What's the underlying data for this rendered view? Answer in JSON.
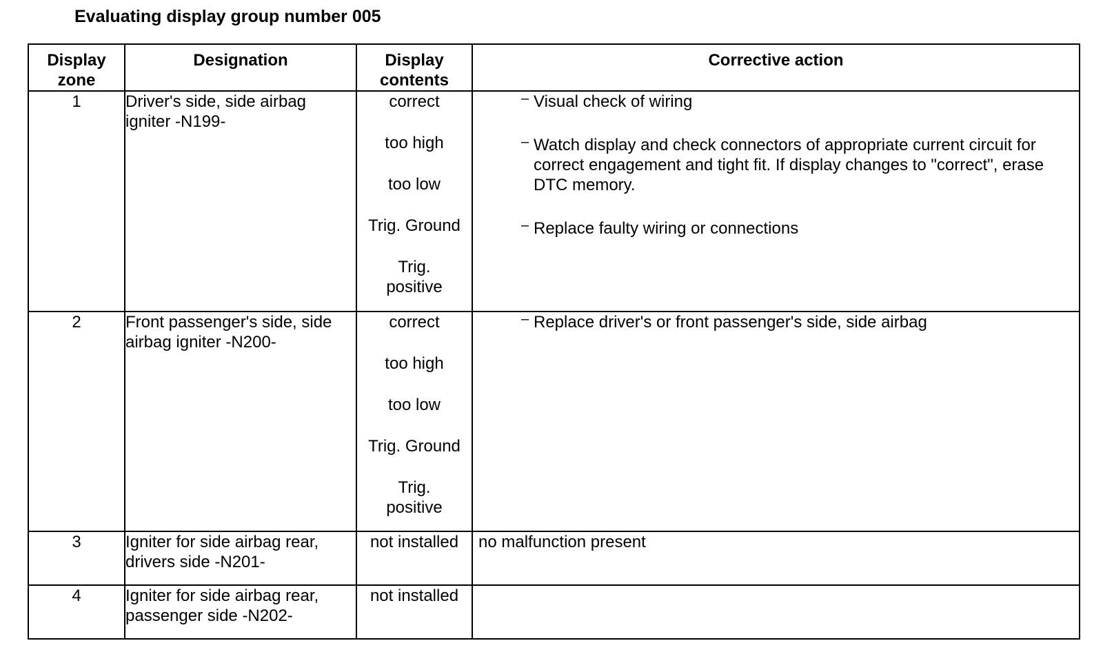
{
  "title": "Evaluating display group number 005",
  "table": {
    "headers": {
      "zone_line1": "Display",
      "zone_line2": "zone",
      "designation": "Designation",
      "contents_line1": "Display",
      "contents_line2": "contents",
      "action": "Corrective action"
    },
    "rows": [
      {
        "zone": "1",
        "designation": "Driver's side, side airbag igniter -N199-",
        "contents": [
          "correct",
          "too high",
          "too low",
          "Trig. Ground",
          "Trig. positive"
        ],
        "actions": [
          "Visual check of wiring",
          "Watch display and check connectors of appropriate current circuit for correct engagement and tight fit. If display changes to \"correct\", erase DTC memory.",
          "Replace faulty wiring or connections"
        ]
      },
      {
        "zone": "2",
        "designation": "Front passenger's side, side airbag igniter -N200-",
        "contents": [
          "correct",
          "too high",
          "too low",
          "Trig. Ground",
          "Trig. positive"
        ],
        "actions": [
          "Replace driver's or front passenger's side, side airbag"
        ]
      },
      {
        "zone": "3",
        "designation": "Igniter for side airbag rear, drivers side -N201-",
        "contents": [
          "not installed"
        ],
        "action_plain": "no malfunction present"
      },
      {
        "zone": "4",
        "designation": "Igniter for side airbag rear, passenger side -N202-",
        "contents": [
          "not installed"
        ],
        "action_plain": ""
      }
    ],
    "dash_glyph": "–"
  }
}
